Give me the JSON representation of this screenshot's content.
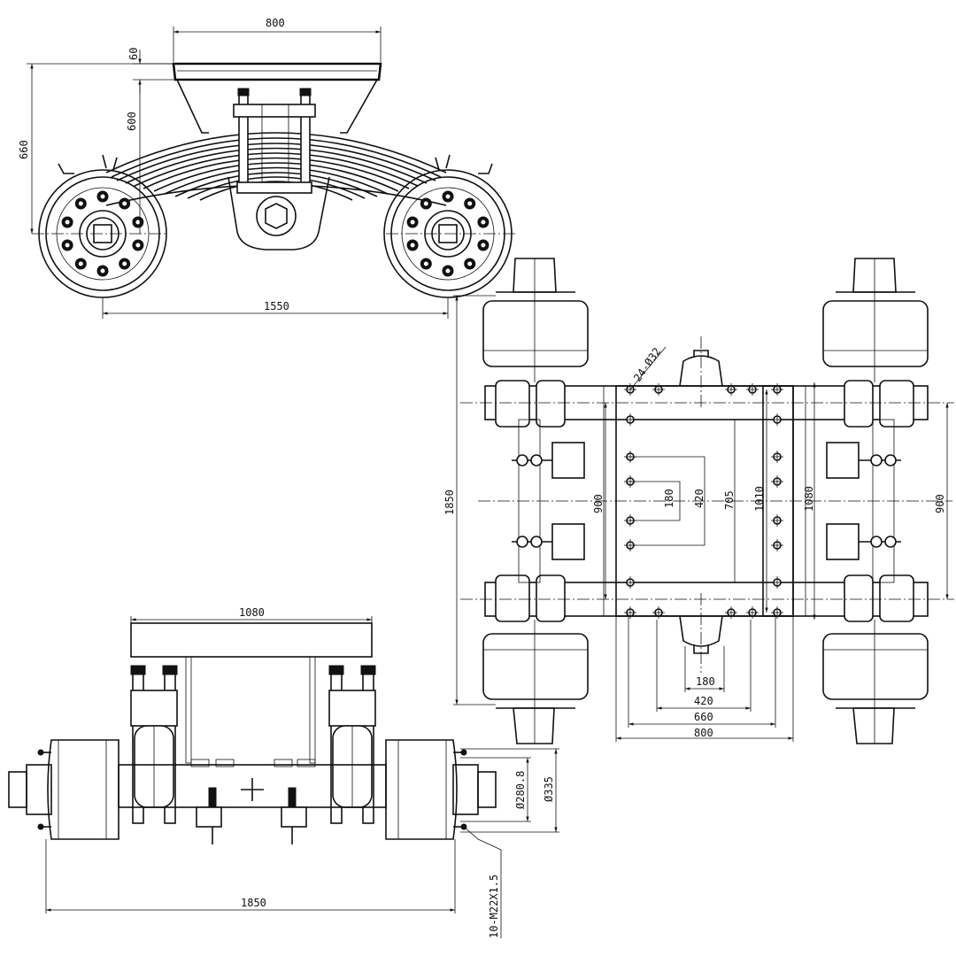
{
  "colors": {
    "line": "#111111",
    "background": "#ffffff"
  },
  "side_view": {
    "dim_top_width": "800",
    "dim_top_thickness": "60",
    "dim_hanger_height": "600",
    "dim_overall_height": "660",
    "dim_axle_spacing": "1550"
  },
  "plan_view": {
    "callout_holes": "24-Ø32",
    "dim_track": "1850",
    "dim_inner_bolts_v": "900",
    "dim_outer_bolts_v": "900",
    "dim_v_180": "180",
    "dim_v_420": "420",
    "dim_v_705": "705",
    "dim_v_1010": "1010",
    "dim_v_1080": "1080",
    "dim_h_180": "180",
    "dim_h_420": "420",
    "dim_h_660": "660",
    "dim_h_800": "800"
  },
  "front_view": {
    "dim_top_width": "1080",
    "dim_track": "1850",
    "dim_d1": "Ø280.8",
    "dim_d2": "Ø335",
    "callout_studs": "10-M22X1.5"
  }
}
